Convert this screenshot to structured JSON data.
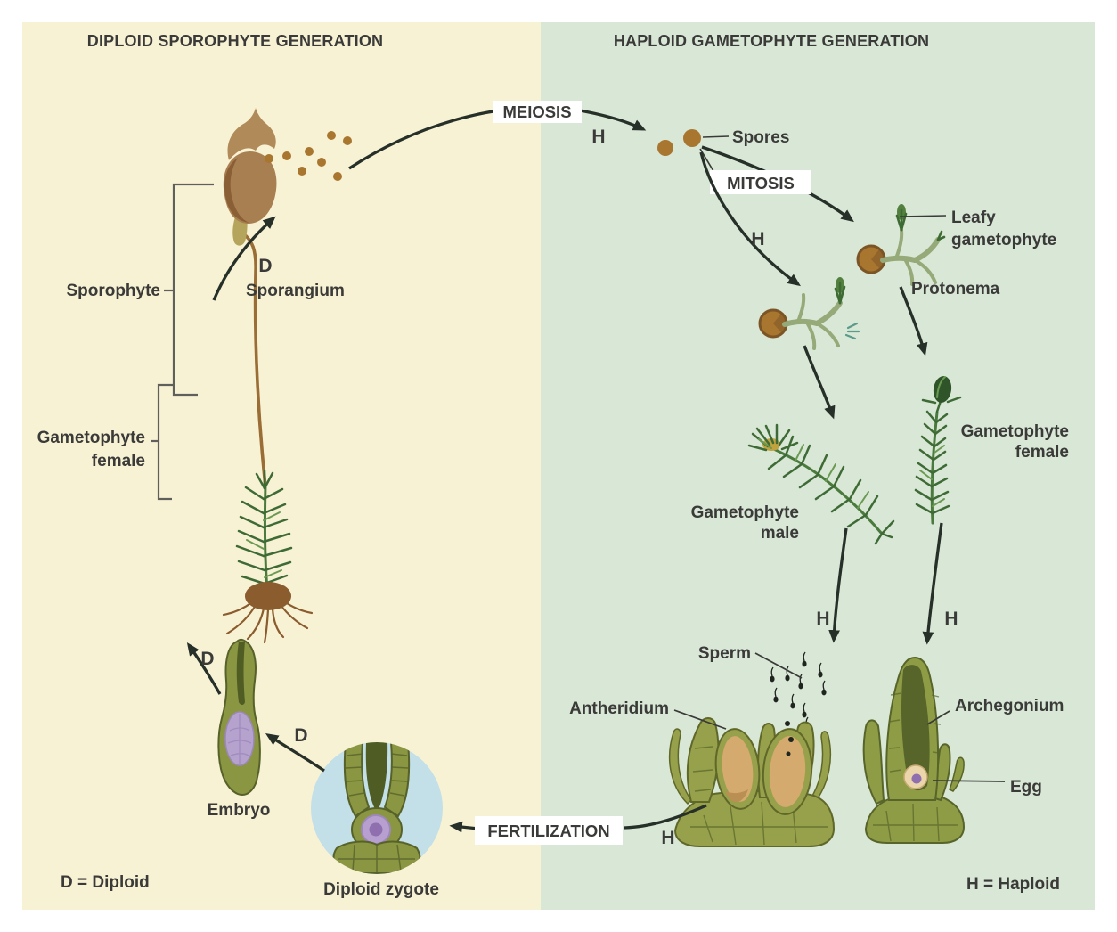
{
  "palette": {
    "paper": "#ffffff",
    "panelLeft": "#f8f2d5",
    "panelRight": "#d9e7d6",
    "ink": "#3a3a38",
    "arrow": "#263028",
    "line": "#5f5f5c",
    "labelBg": "#ffffff",
    "sporeBrown": "#a9762f",
    "sporeRim": "#7c5526",
    "capsule": "#a87f50",
    "capsuleShade": "#8a5f35",
    "calyptra": "#b08a58",
    "capsuleFoot": "#b5a45c",
    "stalk": "#9a6d35",
    "leafDark": "#3e6b35",
    "leafMid": "#54803f",
    "leafLight": "#6a9a52",
    "stemGreen": "#4a7a3c",
    "rootBrown": "#8a5c2e",
    "protonemaBranch": "#95aa78",
    "shootGreen": "#3d6b33",
    "budGreen": "#2f5429",
    "malePatch": "#c2a23d",
    "olive": "#97a04a",
    "oliveDark": "#5f6729",
    "sacTan": "#d4aa6e",
    "sacShade": "#b98f54",
    "archOlive": "#8f9c46",
    "archDark": "#57652a",
    "egg": "#ead6aa",
    "eggRim": "#c7ab74",
    "purple": "#8f6fae",
    "zygoteBlue": "#c3dfe8",
    "flask": "#8a9641",
    "flaskLine": "#57622a",
    "channel": "#4f5c24",
    "zygoteOuter": "#b79fd0",
    "zygoteLine": "#9d87bd",
    "embryoMass": "#b5a3cd",
    "spermInk": "#1f241f",
    "teal": "#5a9b8a"
  },
  "header": {
    "left": "DIPLOID SPOROPHYTE GENERATION",
    "right": "HAPLOID GAMETOPHYTE GENERATION"
  },
  "process": {
    "meiosis": "MEIOSIS",
    "mitosis": "MITOSIS",
    "fertilization": "FERTILIZATION"
  },
  "marks": {
    "diploid": "D",
    "haploid": "H"
  },
  "legend": {
    "diploid": "D = Diploid",
    "haploid": "H = Haploid"
  },
  "left_labels": {
    "sporophyte": "Sporophyte",
    "sporangium": "Sporangium",
    "gametophyte_line1": "Gametophyte",
    "gametophyte_line2": "female",
    "embryo": "Embryo",
    "diploid_zygote": "Diploid zygote"
  },
  "right_labels": {
    "spores": "Spores",
    "leafy_line1": "Leafy",
    "leafy_line2": "gametophyte",
    "protonema": "Protonema",
    "male_line1": "Gametophyte",
    "male_line2": "male",
    "female_line1": "Gametophyte",
    "female_line2": "female",
    "sperm": "Sperm",
    "antheridium": "Antheridium",
    "archegonium": "Archegonium",
    "egg": "Egg"
  }
}
